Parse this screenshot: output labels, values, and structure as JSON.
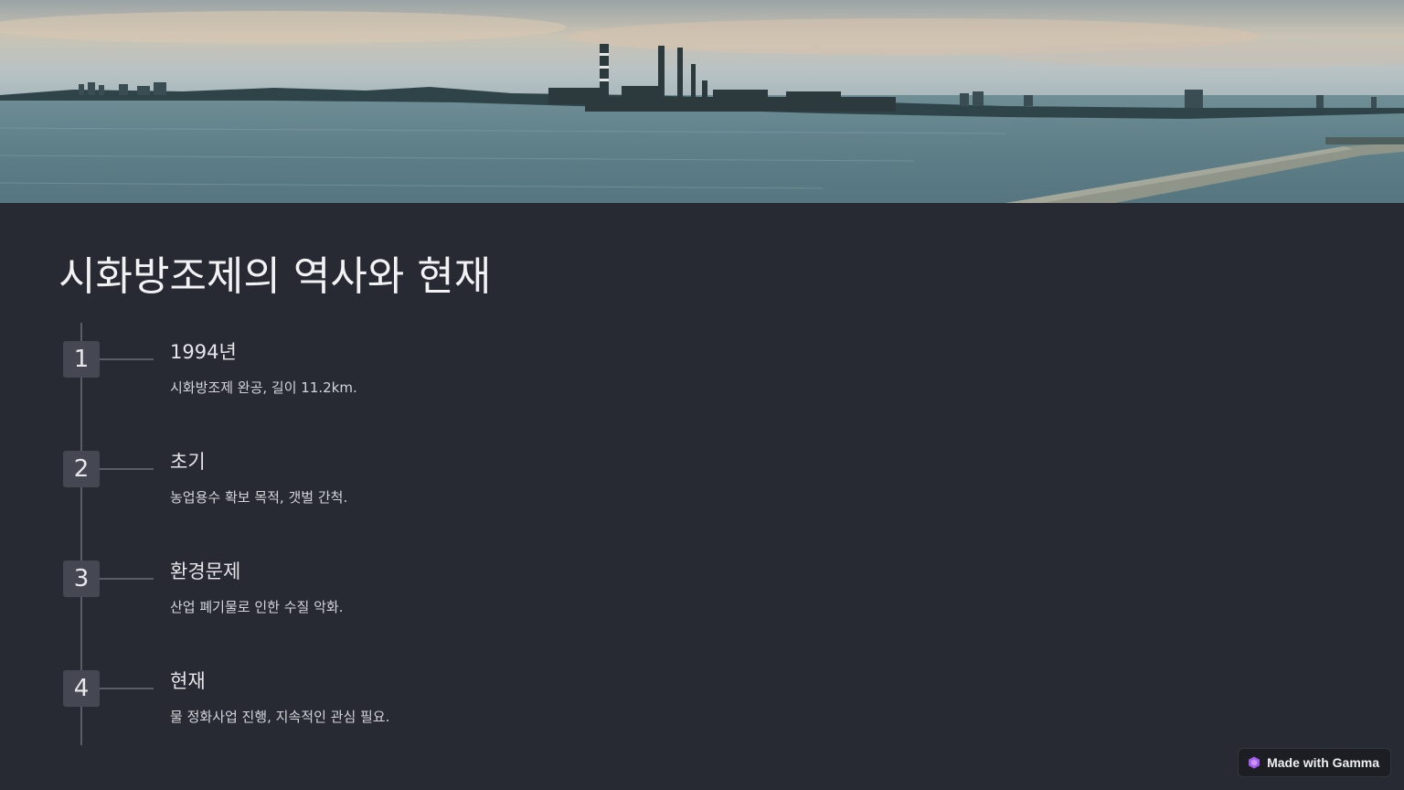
{
  "slide": {
    "title": "시화방조제의 역사와 현재"
  },
  "timeline": [
    {
      "number": "1",
      "heading": "1994년",
      "text": "시화방조제 완공, 길이 11.2km."
    },
    {
      "number": "2",
      "heading": "초기",
      "text": "농업용수 확보 목적, 갯벌 간척."
    },
    {
      "number": "3",
      "heading": "환경문제",
      "text": "산업 폐기물로 인한 수질 악화."
    },
    {
      "number": "4",
      "heading": "현재",
      "text": "물 정화사업 진행, 지속적인 관심 필요."
    }
  ],
  "footer": {
    "gamma_label": "Made with Gamma"
  },
  "colors": {
    "background": "#272a33",
    "badge": "#454852",
    "line": "#5a5d66",
    "gamma_accent": "#a35cf0"
  }
}
